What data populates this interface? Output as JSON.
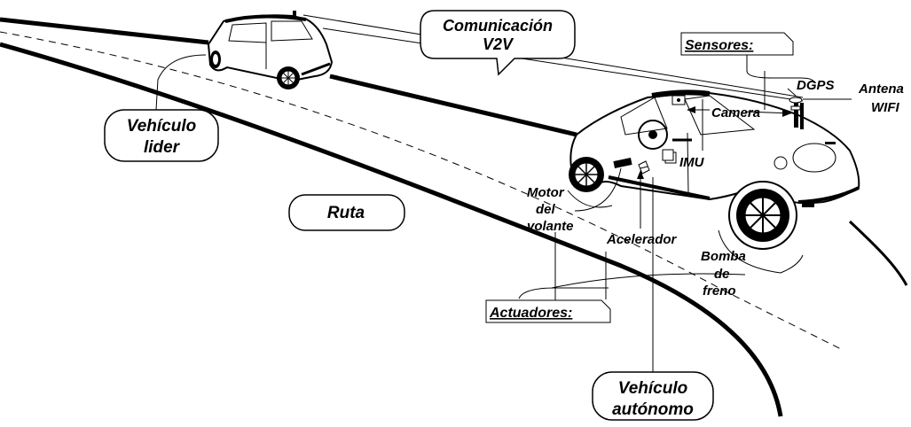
{
  "labels": {
    "v2v_line1": "Comunicación",
    "v2v_line2": "V2V",
    "sensores": "Sensores:",
    "dgps": "DGPS",
    "antena_line1": "Antena",
    "antena_line2": "WIFI",
    "camera": "Camera",
    "imu": "IMU",
    "vehiculo_lider_line1": "Vehículo",
    "vehiculo_lider_line2": "lider",
    "ruta": "Ruta",
    "motor_line1": "Motor",
    "motor_line2": "del",
    "motor_line3": "volante",
    "acelerador": "Acelerador",
    "bomba_line1": "Bomba",
    "bomba_line2": "de",
    "bomba_line3": "freno",
    "actuadores": "Actuadores:",
    "vehiculo_autonomo_line1": "Vehículo",
    "vehiculo_autonomo_line2": "autónomo"
  }
}
